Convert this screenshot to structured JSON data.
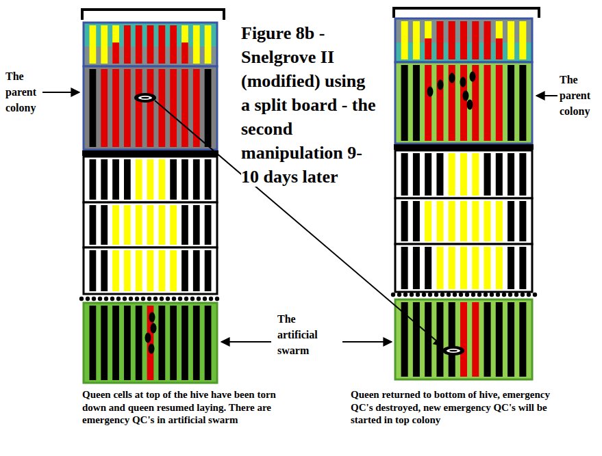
{
  "diagram": {
    "title": "Figure 8b - Snelgrove II (modified) using a split board - the second manipulation 9-10 days later",
    "labels": [
      "The parent colony",
      "The parent colony",
      "The artificial swarm",
      "Queen cells at top of the hive have been torn down and queen resumed laying. There are emergency QC's in artificial swarm",
      "Queen returned to bottom of hive, emergency QC's destroyed, new emergency QC's will be started in top colony"
    ]
  }
}
